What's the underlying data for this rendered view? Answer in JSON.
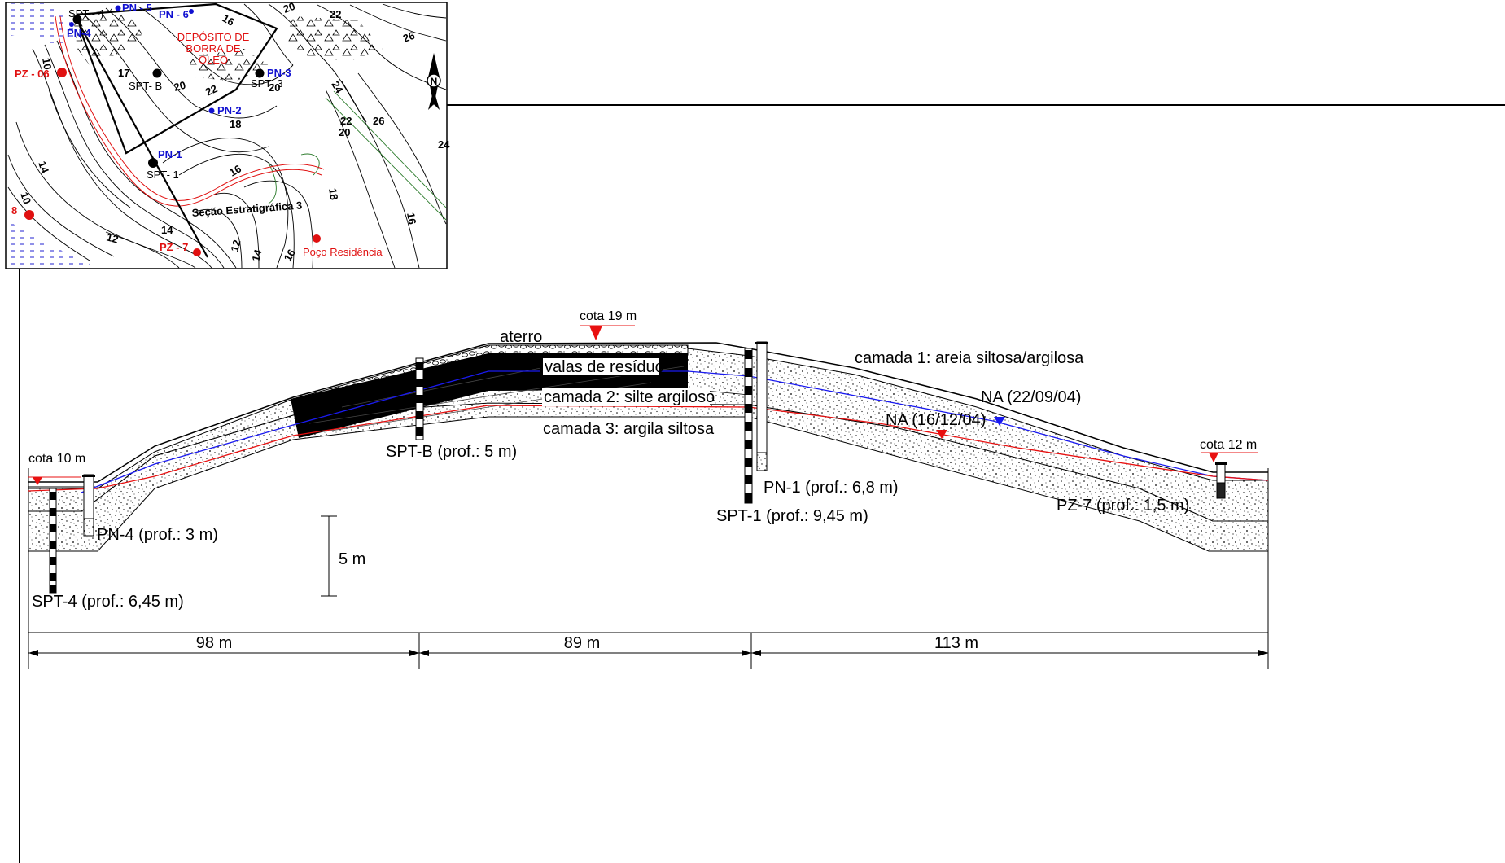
{
  "map": {
    "north_label": "N",
    "section_title": "Seção  Estratigráfica 3",
    "deposit_label": [
      "DEPÓSITO DE",
      "BORRA  DE",
      "ÓLEO"
    ],
    "points_blue": [
      {
        "id": "PN-5",
        "label": "PN - 5"
      },
      {
        "id": "PN-6",
        "label": "PN - 6"
      },
      {
        "id": "PN-4",
        "label": "PN-4"
      },
      {
        "id": "PN-3",
        "label": "PN-3"
      },
      {
        "id": "PN-2",
        "label": "PN-2"
      },
      {
        "id": "PN-1",
        "label": "PN-1"
      }
    ],
    "points_black": [
      {
        "id": "SPT-4",
        "label": "SPT - 4"
      },
      {
        "id": "SPT-B",
        "label": "SPT- B"
      },
      {
        "id": "SPT-3",
        "label": "SPT- 3"
      },
      {
        "id": "SPT-1",
        "label": "SPT- 1"
      }
    ],
    "points_red": [
      {
        "id": "PZ-06",
        "label": "PZ - 06"
      },
      {
        "id": "PZ-7",
        "label": "PZ - 7"
      },
      {
        "id": "P8",
        "label": "8"
      },
      {
        "id": "Poco",
        "label": "Poço Residência"
      }
    ],
    "contour_labels": [
      "20",
      "22",
      "16",
      "26",
      "17",
      "20",
      "22",
      "18",
      "24",
      "22",
      "20",
      "26",
      "24",
      "14",
      "16",
      "10",
      "14",
      "12",
      "12",
      "14",
      "18",
      "16",
      "16",
      "10",
      "20"
    ],
    "colors": {
      "blue": "#1010d0",
      "red": "#e01010",
      "green": "#2a7a2a"
    }
  },
  "section": {
    "labels": {
      "aterro": "aterro",
      "valas": "valas de resíduo",
      "camada1": "camada 1: areia siltosa/argilosa",
      "camada2": "camada 2: silte argiloso",
      "camada3": "camada 3: argila siltosa",
      "na1": "NA (22/09/04)",
      "na2": "NA (16/12/04)"
    },
    "elevations": {
      "left": "cota 10 m",
      "top": "cota 19 m",
      "right": "cota 12 m"
    },
    "boreholes": {
      "spt4": "SPT-4 (prof.: 6,45 m)",
      "pn4": "PN-4 (prof.: 3 m)",
      "sptb": "SPT-B (prof.: 5 m)",
      "pn1": "PN-1 (prof.: 6,8 m)",
      "spt1": "SPT-1 (prof.: 9,45 m)",
      "pz7": "PZ-7 (prof.: 1,5 m)"
    },
    "scale_label": "5 m",
    "distances": [
      "98 m",
      "89 m",
      "113 m"
    ],
    "colors": {
      "water_table_1": "#1a1af0",
      "water_table_2": "#e81010",
      "marker_red": "#e81010",
      "marker_blue": "#1a1af0"
    }
  }
}
